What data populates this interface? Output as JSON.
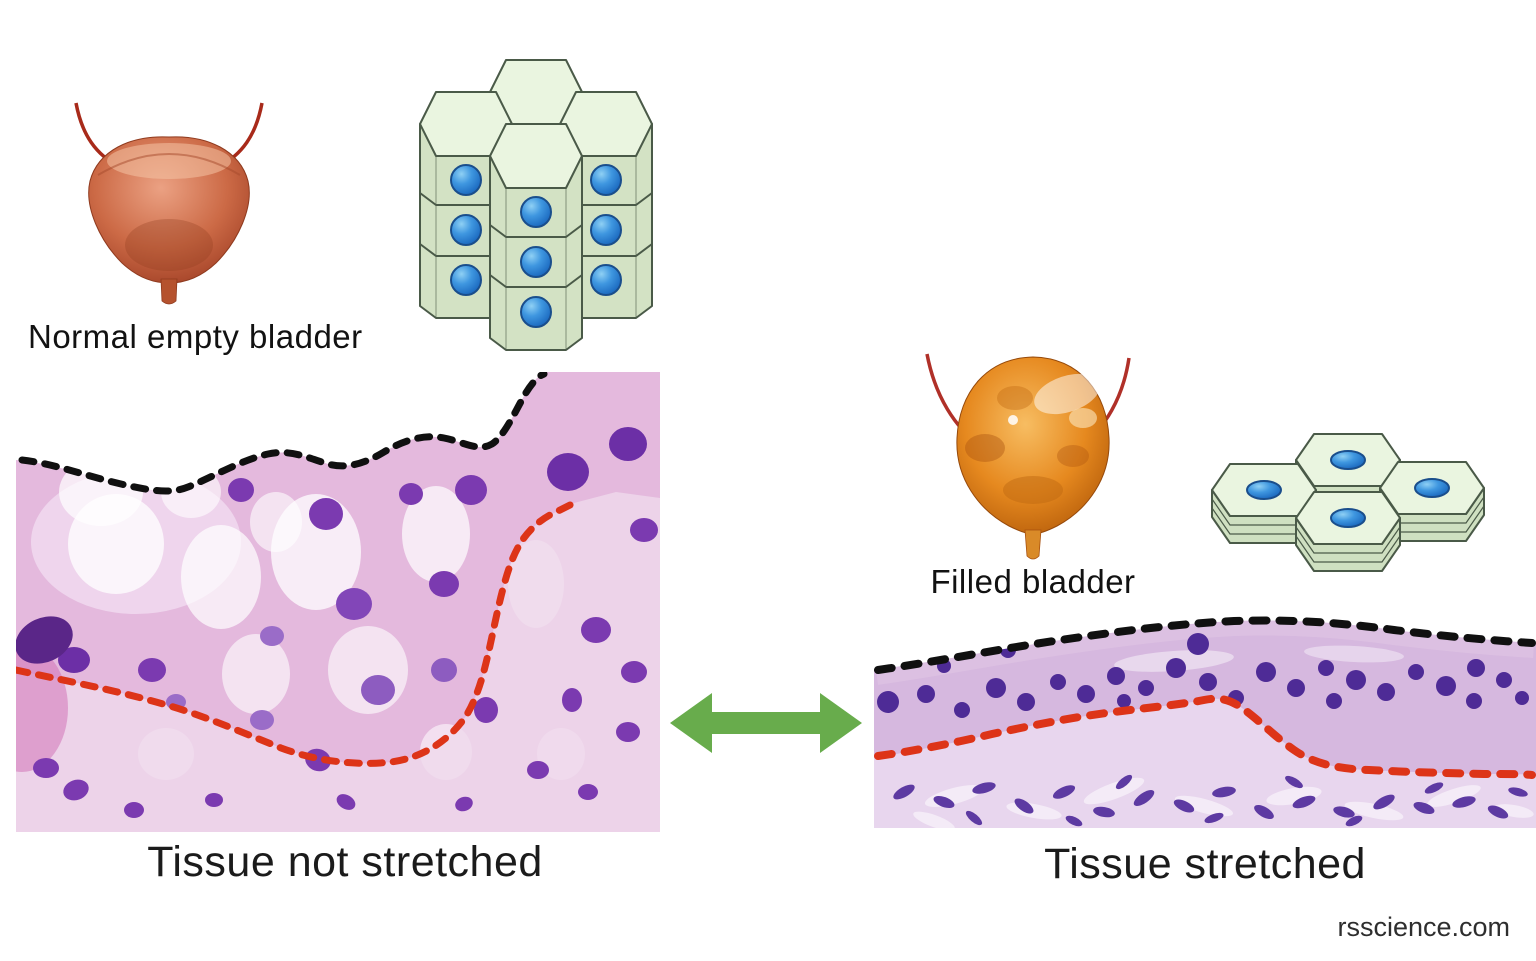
{
  "page": {
    "background": "#ffffff",
    "watermark": "rsscience.com"
  },
  "left": {
    "bladder_label": "Normal empty bladder",
    "tissue_label": "Tissue not stretched",
    "cell_diagram": {
      "state": "relaxed stacked transitional epithelium",
      "cell_layers": 3,
      "columns": 3,
      "visible_nuclei": 9,
      "surface_dome_cells": 4
    }
  },
  "right": {
    "bladder_label": "Filled bladder",
    "tissue_label": "Tissue stretched",
    "cell_diagram": {
      "state": "flattened stretched transitional epithelium",
      "cell_layers": 3,
      "surface_cells": 4,
      "visible_nuclei": 4
    }
  },
  "annotations": {
    "surface_line": "black dashed line marking apical tissue surface",
    "basement_line": "red dashed line marking basal boundary",
    "arrow": "green double-headed stretch arrow"
  },
  "colors": {
    "arrow_green": "#68ac4c",
    "surface_dash": "#101010",
    "basement_dash": "#dd3418",
    "cell_top_fill": "#eaf5e0",
    "cell_side_fill": "#d3e2c4",
    "cell_outline": "#4a5a48",
    "nucleus_blue": "#2478cc",
    "empty_bladder_body": "#c86345",
    "filled_bladder_body": "#e08420",
    "ureter_red": "#a82a1a",
    "tissue_pink": "#e4b9dd",
    "tissue_nucleus_purple": "#6c35a4"
  }
}
